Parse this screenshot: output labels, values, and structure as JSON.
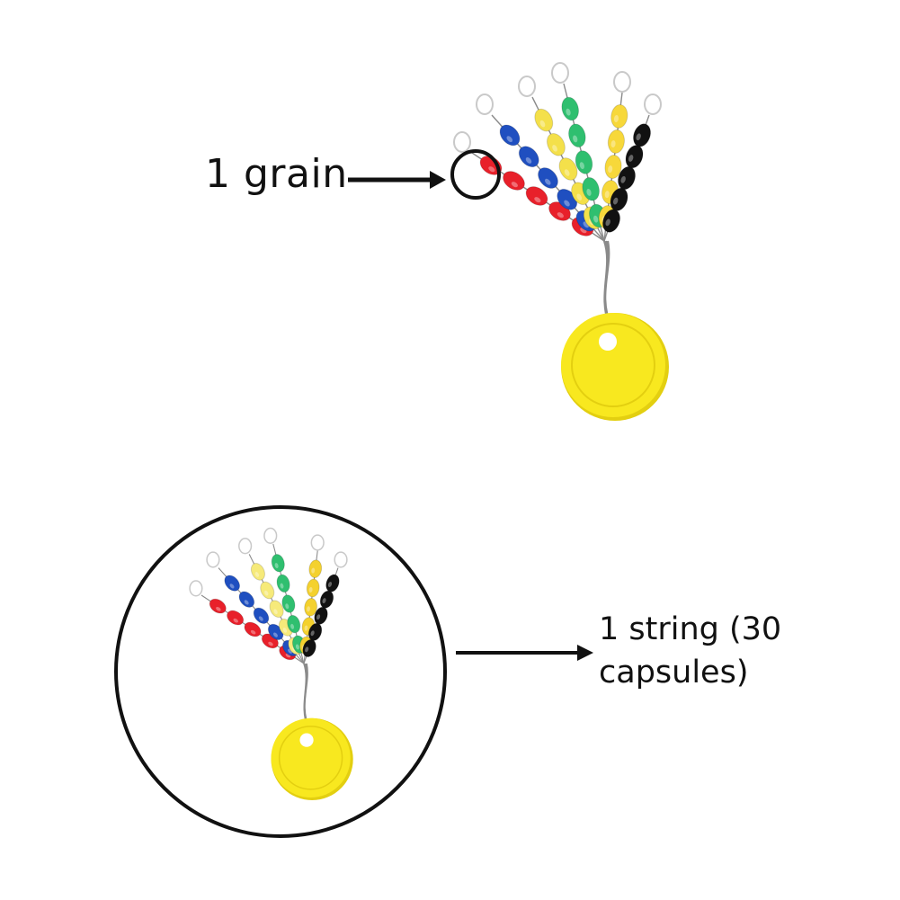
{
  "annotations": {
    "grain_label": "1 grain",
    "string_label_line1": "1 string (30",
    "string_label_line2": "capsules)"
  },
  "product": {
    "bead_colors": [
      "#e8202a",
      "#1f4fc0",
      "#f4e04a",
      "#2fbf6f",
      "#f7d83a",
      "#111111"
    ],
    "bead_colors_secondary": [
      "#e8202a",
      "#1f4fc0",
      "#f6ea7a",
      "#2fbf6f",
      "#f4d12e",
      "#111111"
    ],
    "disc_color": "#f8e81f",
    "disc_shadow_color": "#e3cf10",
    "wire_color": "#8a8a8a",
    "loop_color": "#c9c9c9",
    "beads_per_string": 5,
    "strings": 6
  },
  "icons": {
    "arrow": "right-arrow-icon",
    "highlight": "circle-outline-icon"
  }
}
